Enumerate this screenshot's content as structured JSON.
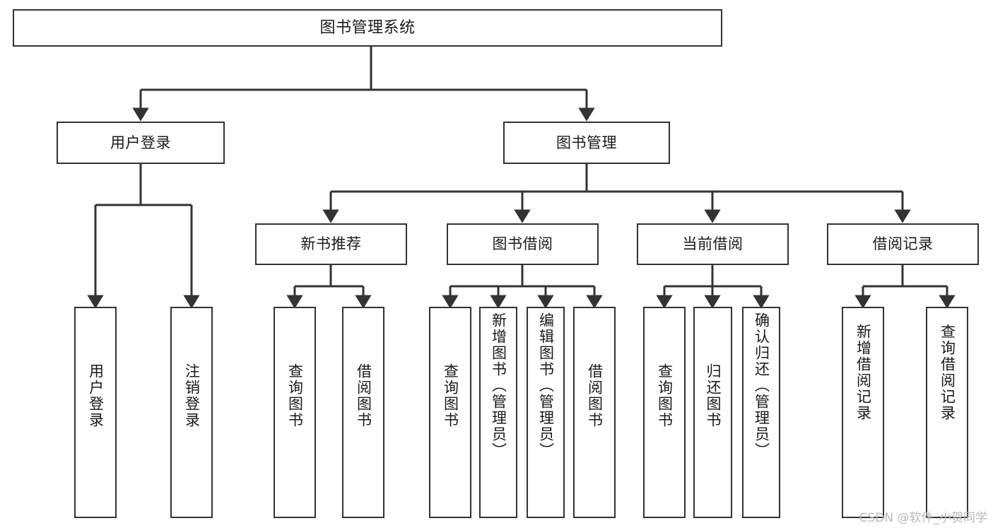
{
  "diagram": {
    "type": "tree-hierarchy",
    "root": {
      "id": "root",
      "label": "图书管理系统"
    },
    "level1": [
      {
        "id": "user-login",
        "label": "用户登录"
      },
      {
        "id": "book-management",
        "label": "图书管理"
      }
    ],
    "level2": [
      {
        "id": "new-book-recommend",
        "label": "新书推荐",
        "parent": "book-management"
      },
      {
        "id": "book-borrow",
        "label": "图书借阅",
        "parent": "book-management"
      },
      {
        "id": "current-borrow",
        "label": "当前借阅",
        "parent": "book-management"
      },
      {
        "id": "borrow-record",
        "label": "借阅记录",
        "parent": "book-management"
      }
    ],
    "leaves": [
      {
        "id": "leaf-user-login",
        "label": "用户登录",
        "parent": "user-login"
      },
      {
        "id": "leaf-logout-login",
        "label": "注销登录",
        "parent": "user-login"
      },
      {
        "id": "leaf-query-book-1",
        "label": "查询图书",
        "parent": "new-book-recommend"
      },
      {
        "id": "leaf-borrow-book-1",
        "label": "借阅图书",
        "parent": "new-book-recommend"
      },
      {
        "id": "leaf-query-book-2",
        "label": "查询图书",
        "parent": "book-borrow"
      },
      {
        "id": "leaf-add-book",
        "label": "新增图书（管理员）",
        "parent": "book-borrow"
      },
      {
        "id": "leaf-edit-book",
        "label": "编辑图书（管理员）",
        "parent": "book-borrow"
      },
      {
        "id": "leaf-borrow-book-2",
        "label": "借阅图书",
        "parent": "book-borrow"
      },
      {
        "id": "leaf-query-book-3",
        "label": "查询图书",
        "parent": "current-borrow"
      },
      {
        "id": "leaf-return-book",
        "label": "归还图书",
        "parent": "current-borrow"
      },
      {
        "id": "leaf-confirm-return",
        "label": "确认归还（管理员）",
        "parent": "current-borrow"
      },
      {
        "id": "leaf-add-record",
        "label": "新增借阅记录",
        "parent": "borrow-record"
      },
      {
        "id": "leaf-query-record",
        "label": "查询借阅记录",
        "parent": "borrow-record"
      }
    ]
  },
  "colors": {
    "background": "#ffffff",
    "box_border": "#333333",
    "connector": "#333333",
    "text": "#1a1a1a",
    "watermark": "#b9b9b9"
  },
  "watermark": {
    "text": "CSDN @软件_小贺同学"
  }
}
